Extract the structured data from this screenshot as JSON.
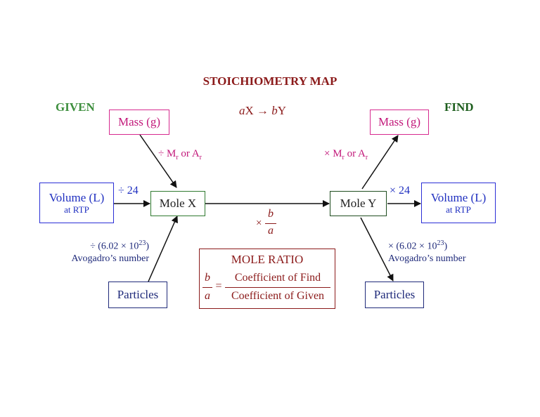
{
  "title": "STOICHIOMETRY MAP",
  "given_label": "GIVEN",
  "find_label": "FIND",
  "equation": {
    "coef_a": "a",
    "species_x": "X → ",
    "coef_b": "b",
    "species_y": "Y"
  },
  "left": {
    "mass": "Mass (g)",
    "volume": "Volume (L)",
    "volume_sub": "at RTP",
    "particles": "Particles",
    "mass_op": "÷ M",
    "mass_op_mid": " or A",
    "vol_op": "÷ 24",
    "part_op_pre": "÷ (6.02 × 10",
    "part_op_post": ")",
    "avogadro": "Avogadro’s number"
  },
  "right": {
    "mass": "Mass (g)",
    "volume": "Volume (L)",
    "volume_sub": "at RTP",
    "particles": "Particles",
    "mass_op": "× M",
    "mass_op_mid": " or A",
    "vol_op": "× 24",
    "part_op_pre": "× (6.02 × 10",
    "part_op_post": ")",
    "avogadro": "Avogadro’s number"
  },
  "sub_r": "r",
  "exp_23": "23",
  "mole_x": "Mole X",
  "mole_y": "Mole Y",
  "ratio_mult": {
    "times": "×",
    "num": "b",
    "den": "a"
  },
  "mole_ratio": {
    "title": "MOLE RATIO",
    "lhs_num": "b",
    "lhs_den": "a",
    "equals": "=",
    "rhs_num": "Coefficient of Find",
    "rhs_den": "Coefficient of Given"
  },
  "colors": {
    "title": "#8b1a1a",
    "given": "#3e8f3e",
    "mass": "#c2187a",
    "volume": "#1f2fc0",
    "particles": "#1f2a7a"
  }
}
